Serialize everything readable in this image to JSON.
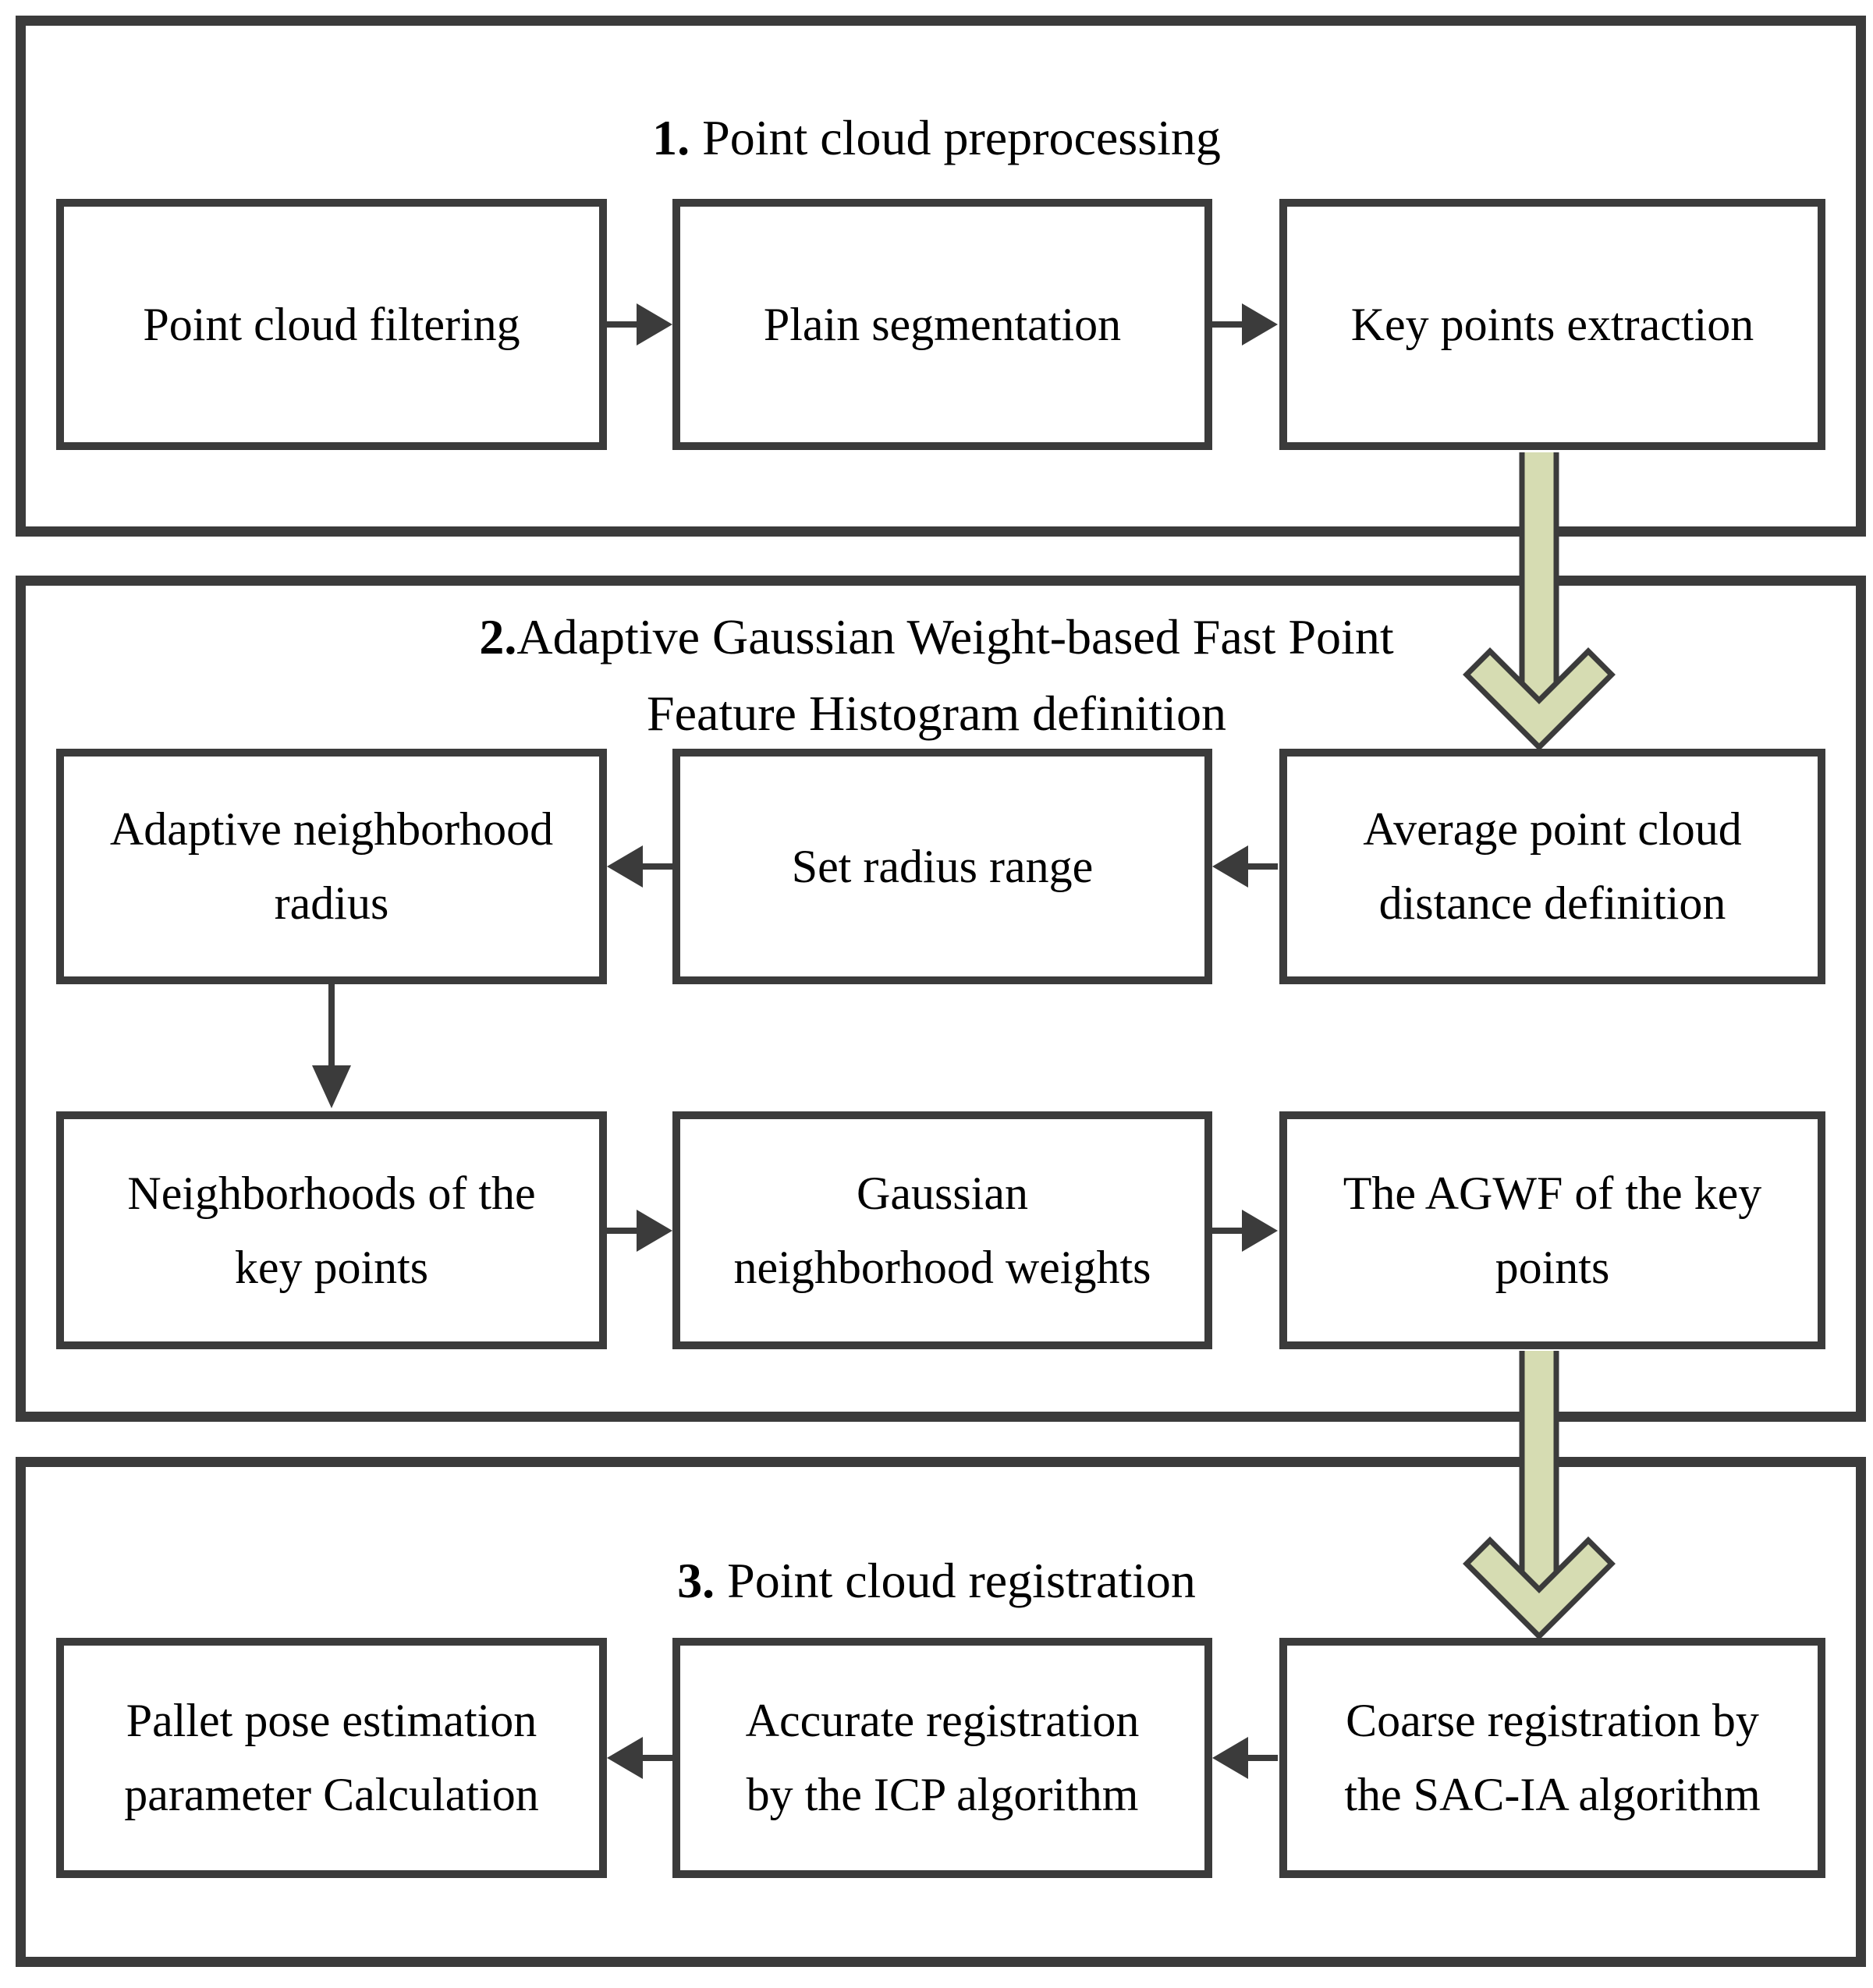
{
  "colors": {
    "border": "#3b3b3b",
    "arrow_fill": "#d6dcb2",
    "box_bg": "#ffffff",
    "page_bg": "#ffffff",
    "text": "#000000"
  },
  "sections": [
    {
      "number": "1.",
      "title": " Point cloud preprocessing",
      "boxes": [
        {
          "lines": [
            "Point cloud filtering"
          ]
        },
        {
          "lines": [
            "Plain segmentation"
          ]
        },
        {
          "lines": [
            "Key points extraction"
          ]
        }
      ]
    },
    {
      "number": "2.",
      "title_line1": "Adaptive Gaussian Weight-based Fast Point",
      "title_line2": "Feature Histogram definition",
      "row1": [
        {
          "lines": [
            "Adaptive neighborhood",
            "radius"
          ]
        },
        {
          "lines": [
            "Set radius range"
          ]
        },
        {
          "lines": [
            "Average point cloud",
            "distance definition"
          ]
        }
      ],
      "row2": [
        {
          "lines": [
            "Neighborhoods of the",
            "key points"
          ]
        },
        {
          "lines": [
            "Gaussian",
            "neighborhood weights"
          ]
        },
        {
          "lines": [
            "The AGWF of the key",
            "points"
          ]
        }
      ]
    },
    {
      "number": "3.",
      "title": " Point cloud registration",
      "boxes": [
        {
          "lines": [
            "Pallet pose estimation",
            "parameter Calculation"
          ]
        },
        {
          "lines": [
            "Accurate registration",
            "by the ICP algorithm"
          ]
        },
        {
          "lines": [
            "Coarse registration by",
            "the SAC-IA algorithm"
          ]
        }
      ]
    }
  ]
}
